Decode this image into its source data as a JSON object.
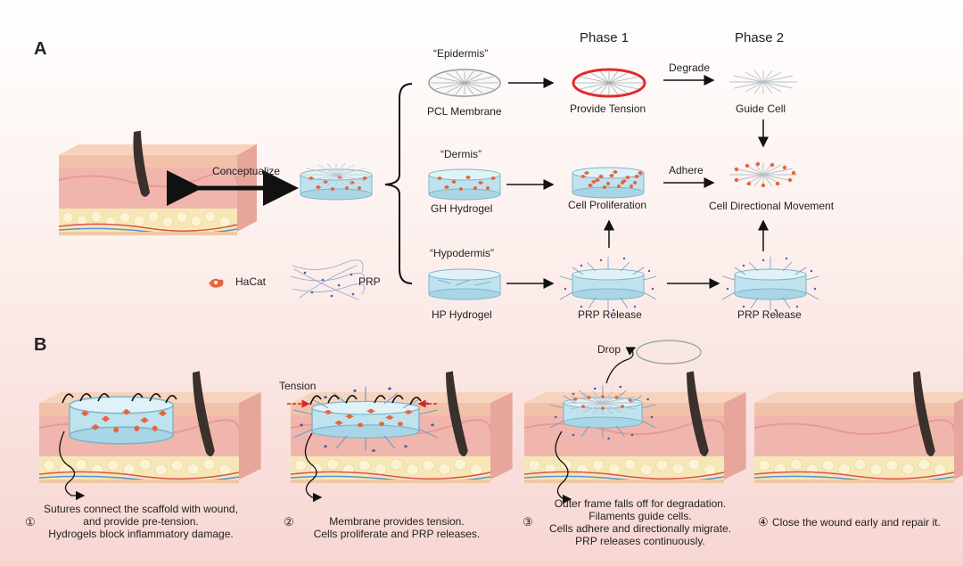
{
  "panel_a": {
    "letter": "A",
    "phase1": "Phase 1",
    "phase2": "Phase 2",
    "conceptualize": "Conceptualize",
    "epidermis_quote": "“Epidermis”",
    "dermis_quote": "“Dermis”",
    "hypodermis_quote": "“Hypodermis”",
    "pcl_membrane": "PCL Membrane",
    "gh_hydrogel": "GH Hydrogel",
    "hp_hydrogel": "HP Hydrogel",
    "provide_tension": "Provide Tension",
    "cell_proliferation": "Cell Proliferation",
    "prp_release_1": "PRP Release",
    "prp_release_2": "PRP Release",
    "degrade": "Degrade",
    "adhere": "Adhere",
    "guide_cell": "Guide Cell",
    "cell_directional_movement": "Cell Directional Movement",
    "legend_hacat": "HaCat",
    "legend_prp": "PRP"
  },
  "panel_b": {
    "letter": "B",
    "tension": "Tension",
    "drop": "Drop",
    "step1": {
      "num": "①",
      "lines": [
        "Sutures connect the scaffold with wound,",
        "and provide pre-tension.",
        "Hydrogels block inflammatory damage."
      ]
    },
    "step2": {
      "num": "②",
      "lines": [
        "Membrane provides tension.",
        "Cells proliferate and PRP releases."
      ]
    },
    "step3": {
      "num": "③",
      "lines": [
        "Outer frame falls off for degradation.",
        "Filaments guide cells.",
        "Cells adhere and directionally migrate.",
        "PRP releases continuously."
      ]
    },
    "step4": {
      "num": "④",
      "lines": [
        "Close the wound early and repair it."
      ]
    }
  },
  "colors": {
    "skin_top": "#f3c9a8",
    "dermis": "#f1b7b0",
    "fat": "#f7e8b8",
    "hydrogel": "#bfe3ee",
    "ring_red": "#e02a2a",
    "cell": "#e8643c"
  }
}
